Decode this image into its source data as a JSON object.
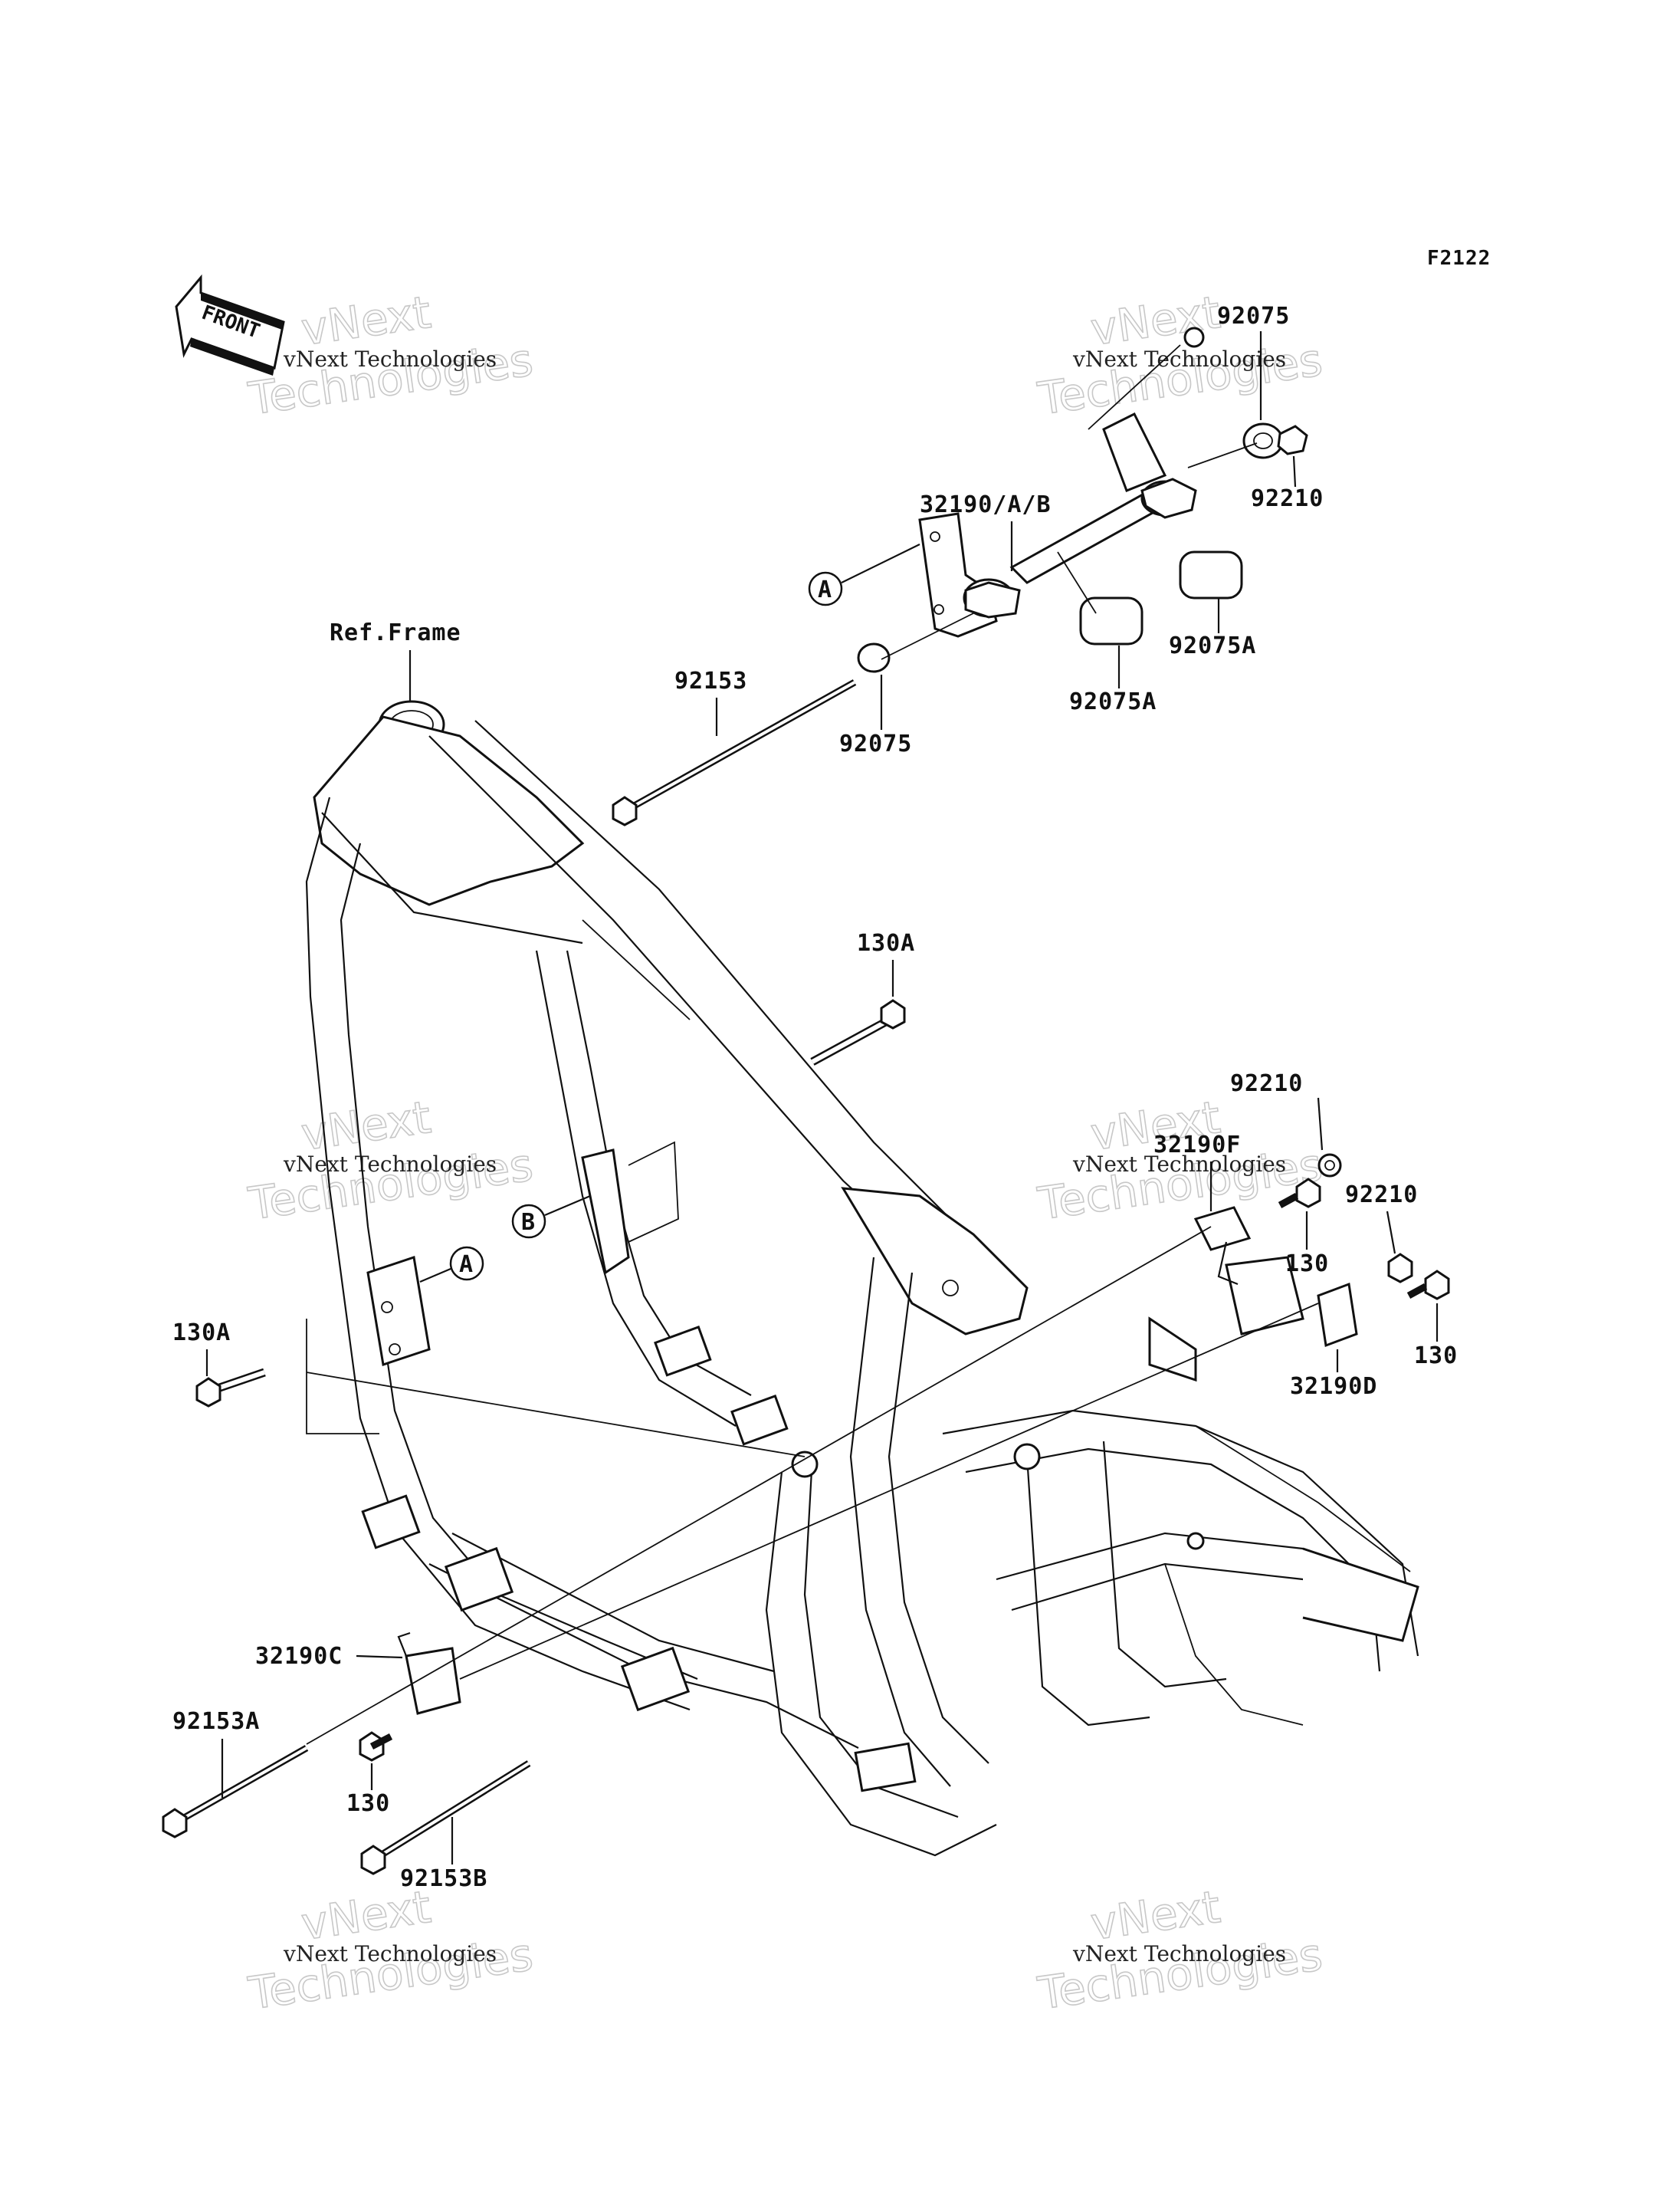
{
  "figure_code": "F2122",
  "front_label": "FRONT",
  "ref_frame": "Ref.Frame",
  "callouts": {
    "a": "A",
    "b": "B"
  },
  "parts": {
    "p32190_ab": "32190/A/B",
    "p92075_top": "92075",
    "p92210_top": "92210",
    "p92075a_right": "92075A",
    "p92075a_lower": "92075A",
    "p92075_mid": "92075",
    "p92153": "92153",
    "p130a_upper": "130A",
    "p92210_r1": "92210",
    "p32190f": "32190F",
    "p130_r1": "130",
    "p92210_r2": "92210",
    "p130_r2": "130",
    "p32190d": "32190D",
    "p130a_left": "130A",
    "p32190c": "32190C",
    "p92153a": "92153A",
    "p130_bottom": "130",
    "p92153b": "92153B"
  },
  "watermark": {
    "big_line1": "vNext",
    "big_line2": "Technologies",
    "small": "vNext Technologies"
  }
}
